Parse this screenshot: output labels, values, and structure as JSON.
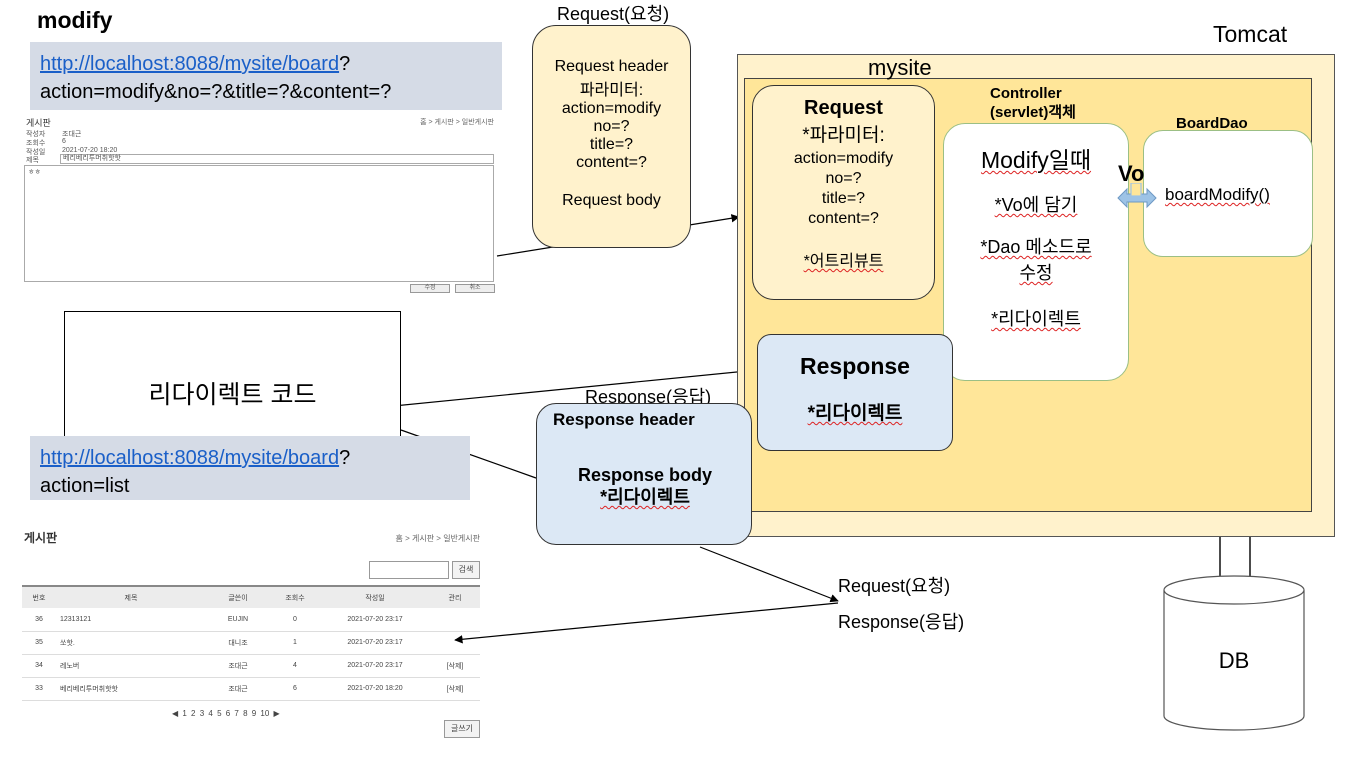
{
  "title": "modify",
  "url_top": {
    "link": "http://localhost:8088/mysite/board",
    "suffix": "?",
    "line2": "action=modify&no=?&title=?&content=?"
  },
  "form_screenshot": {
    "title": "게시판",
    "breadcrumb": "홈 > 게시판 > 일반게시판",
    "rows": [
      {
        "label": "작성자",
        "value": "조대근"
      },
      {
        "label": "조회수",
        "value": "6"
      },
      {
        "label": "작성일",
        "value": "2021-07-20 18:20"
      }
    ],
    "title_label": "제목",
    "title_value": "베리베리투머취핫핫",
    "content_value": "ㅎㅎ",
    "buttons": [
      "수정",
      "취소"
    ]
  },
  "request_top": {
    "label": "Request(요청)",
    "header": "Request header",
    "params_label": "파라미터:",
    "params": [
      "action=modify",
      "no=?",
      "title=?",
      "content=?"
    ],
    "body": "Request body"
  },
  "tomcat": {
    "label": "Tomcat",
    "mysite_label": "mysite",
    "request": {
      "title": "Request",
      "params_label": "*파라미터:",
      "params": [
        "action=modify",
        "no=?",
        "title=?",
        "content=?"
      ],
      "attribute": "*어트리뷰트"
    },
    "controller": {
      "label_line1": "Controller",
      "label_line2": "(servlet)객체",
      "heading": "Modify일때",
      "items": [
        "*Vo에 담기",
        "*Dao 메소드로",
        "수정",
        "*리다이렉트"
      ]
    },
    "vo_label": "Vo",
    "dao": {
      "label": "BoardDao",
      "method": "boardModify()"
    },
    "response": {
      "title": "Response",
      "item": "*리다이렉트"
    }
  },
  "response_mid": {
    "label": "Response(응답)",
    "header": "Response header",
    "body": "Response body",
    "redirect": "*리다이렉트"
  },
  "redirect_code": "리다이렉트 코드",
  "url_bottom": {
    "link": "http://localhost:8088/mysite/board",
    "suffix": "?",
    "line2": "action=list"
  },
  "request_response_bottom": {
    "request": "Request(요청)",
    "response": "Response(응답)"
  },
  "db_label": "DB",
  "board_list": {
    "title": "게시판",
    "breadcrumb": "홈 > 게시판 > 일반게시판",
    "search_button": "검색",
    "columns": [
      "번호",
      "제목",
      "글쓴이",
      "조회수",
      "작성일",
      "관리"
    ],
    "rows": [
      {
        "no": "36",
        "title": "12313121",
        "writer": "EUJIN",
        "views": "0",
        "date": "2021-07-20 23:17",
        "manage": ""
      },
      {
        "no": "35",
        "title": "쏘핫.",
        "writer": "대니조",
        "views": "1",
        "date": "2021-07-20 23:17",
        "manage": ""
      },
      {
        "no": "34",
        "title": "레노버",
        "writer": "조대근",
        "views": "4",
        "date": "2021-07-20 23:17",
        "manage": "[삭제]"
      },
      {
        "no": "33",
        "title": "베리베리투머취핫핫",
        "writer": "조대근",
        "views": "6",
        "date": "2021-07-20 18:20",
        "manage": "[삭제]"
      }
    ],
    "pagination": "◀ 1 2 3 4 5 6 7 8 9 10 ▶",
    "write_button": "글쓰기"
  },
  "colors": {
    "tomcat_fill": "#fff2cc",
    "mysite_fill": "#ffe699",
    "response_fill": "#dce8f5",
    "url_fill": "#d5dbe6",
    "link": "#1a5fc8",
    "box_border_green": "#9bbf85"
  }
}
